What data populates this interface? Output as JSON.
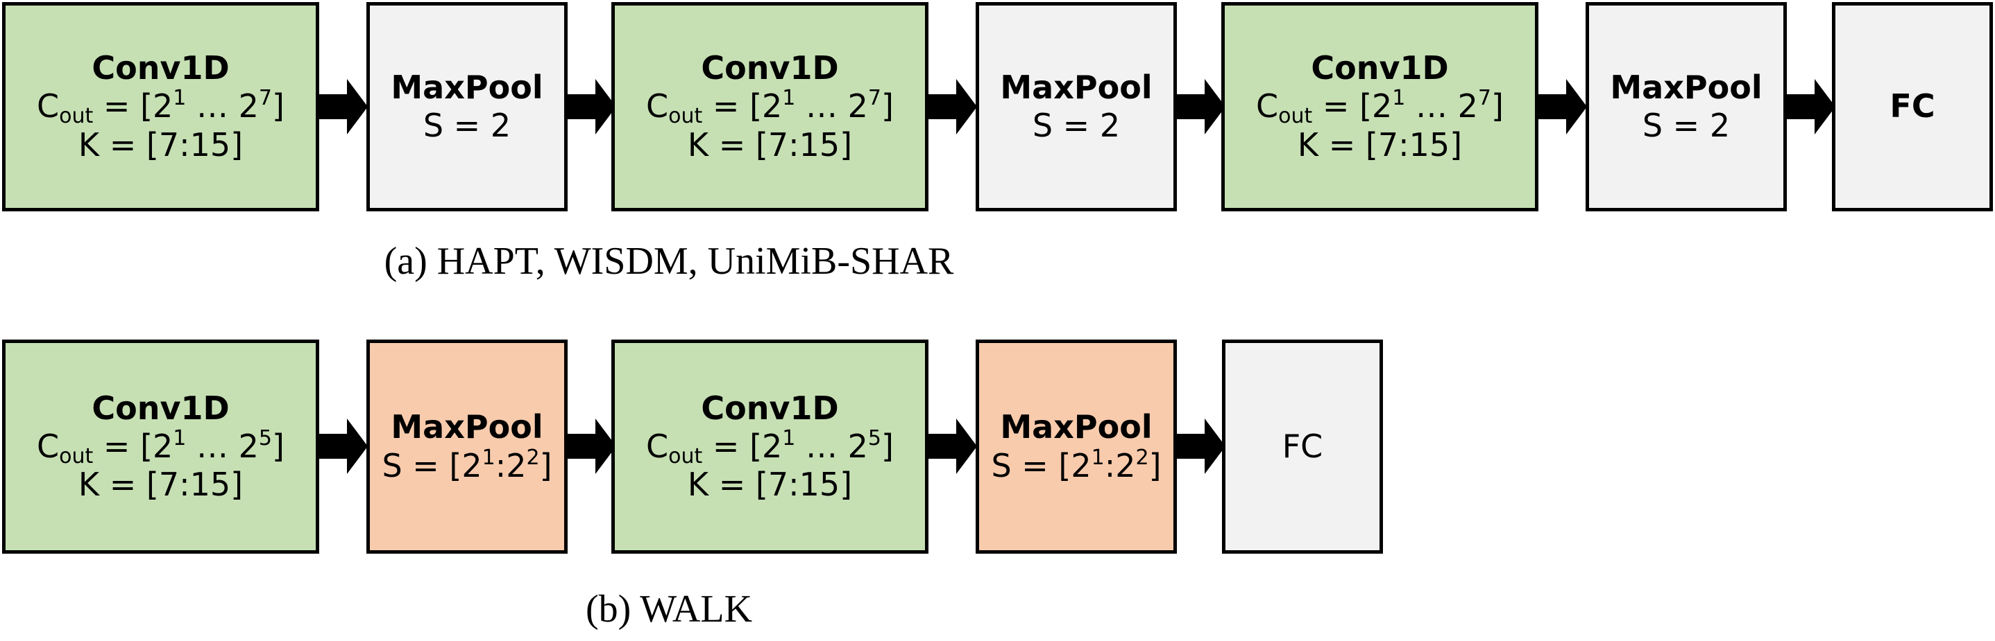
{
  "panel_a": {
    "caption": "(a) HAPT, WISDM, UniMiB-SHAR",
    "conv_title": "Conv1D",
    "c_prefix": "C",
    "c_sub": "out",
    "c_mid": " = [2",
    "c_sup1": "1",
    "c_mid2": " … 2",
    "c_sup2": "7",
    "c_end": "]",
    "k": "K = [7:15]",
    "pool_title": "MaxPool",
    "pool_s": "S = 2",
    "fc": "FC"
  },
  "panel_b": {
    "caption": "(b) WALK",
    "conv_title": "Conv1D",
    "c_prefix": "C",
    "c_sub": "out",
    "c_mid": " = [2",
    "c_sup1": "1",
    "c_mid2": " … 2",
    "c_sup2": "5",
    "c_end": "]",
    "k": "K = [7:15]",
    "pool_title": "MaxPool",
    "pool_s_prefix": "S = [2",
    "pool_s_sup1": "1",
    "pool_s_mid": ":2",
    "pool_s_sup2": "2",
    "pool_s_end": "]",
    "fc": "FC"
  },
  "colors": {
    "conv": "#c6e0b4",
    "pool_fixed": "#f2f2f2",
    "pool_searched": "#f8cbad",
    "fc": "#f2f2f2",
    "arrow": "#000000"
  }
}
